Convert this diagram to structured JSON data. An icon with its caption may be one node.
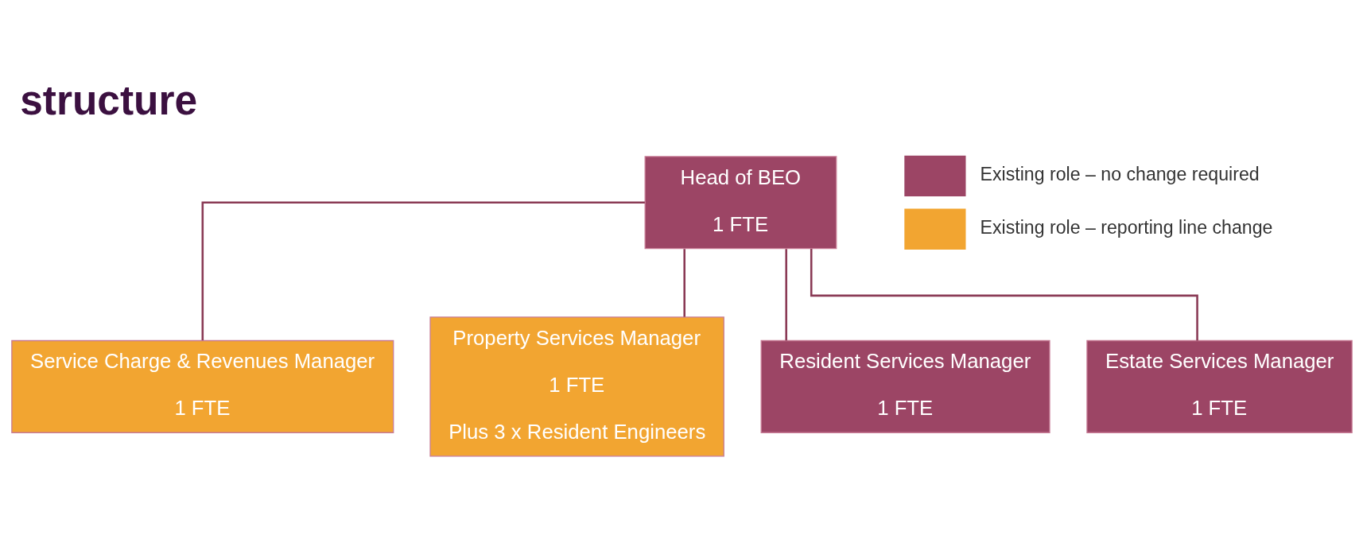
{
  "diagram": {
    "title": "structure",
    "nodes": [
      {
        "text": [
          "Head of BEO",
          "1 FTE"
        ]
      },
      {
        "text": [
          "Service Charge & Revenues Manager",
          "1 FTE"
        ]
      },
      {
        "text": [
          "Property Services Manager",
          "1 FTE",
          "Plus 3 x Resident Engineers"
        ]
      },
      {
        "text": [
          "Resident Services Manager",
          "1 FTE"
        ]
      },
      {
        "text": [
          "Estate Services Manager",
          "1 FTE"
        ]
      }
    ],
    "edges": [
      {
        "from": 0,
        "to": 1,
        "arrow": "none"
      },
      {
        "from": 0,
        "to": 2,
        "arrow": "none"
      },
      {
        "from": 0,
        "to": 3,
        "arrow": "none"
      },
      {
        "from": 0,
        "to": 4,
        "arrow": "none"
      }
    ],
    "legend": [
      {
        "text": "Existing role – no change required",
        "color": "#9c4565"
      },
      {
        "text": "Existing role – reporting line change",
        "color": "#f2a531"
      }
    ]
  }
}
